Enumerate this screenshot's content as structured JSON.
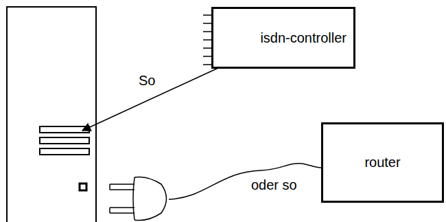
{
  "diagram": {
    "nodes": [
      {
        "text": [
          "isdn-controller"
        ]
      },
      {
        "text": [
          "router"
        ]
      }
    ],
    "labels": [
      "So",
      "oder so"
    ]
  }
}
